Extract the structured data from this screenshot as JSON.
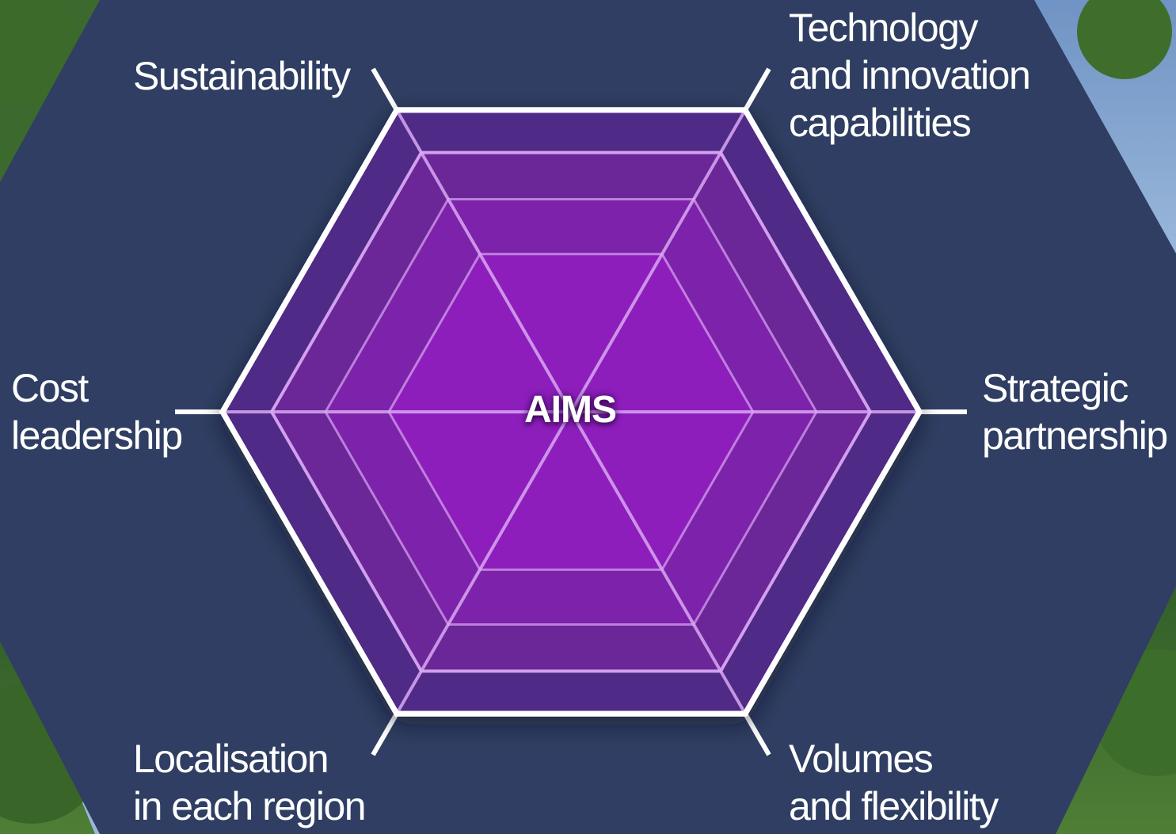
{
  "diagram": {
    "center_label": "AIMS",
    "axes": [
      {
        "id": "sustainability",
        "lines": [
          "Sustainability"
        ]
      },
      {
        "id": "technology",
        "lines": [
          "Technology",
          "and innovation",
          "capabilities"
        ]
      },
      {
        "id": "strategic",
        "lines": [
          "Strategic",
          "partnership"
        ]
      },
      {
        "id": "volumes",
        "lines": [
          "Volumes",
          "and flexibility"
        ]
      },
      {
        "id": "localisation",
        "lines": [
          "Localisation",
          "in each region"
        ]
      },
      {
        "id": "cost",
        "lines": [
          "Cost",
          "leadership"
        ]
      }
    ],
    "ring_fills": [
      "#4f2a86",
      "#6b2698",
      "#7d22aa",
      "#8e1ebc"
    ],
    "colors": {
      "background_panel": "#2f3e62",
      "outline": "#ffffff",
      "inner_lines": "#d8a8f2",
      "text": "#ffffff"
    }
  }
}
